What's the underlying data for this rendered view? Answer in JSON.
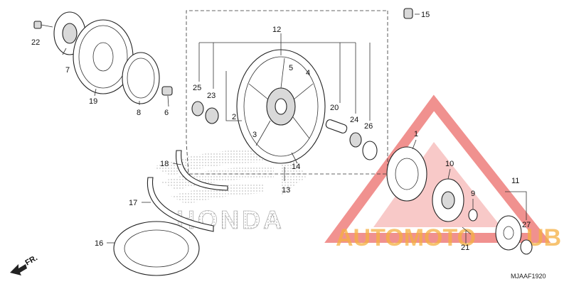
{
  "diagram_code": "MJAAF1920",
  "front_arrow_label": "FR.",
  "watermark": {
    "brand_text": "AUTOMOTO",
    "brand_suffix": "UB",
    "logo_text": "HONDA",
    "primary_color": "#e53935",
    "secondary_color": "#f5b041"
  },
  "callouts": [
    {
      "id": "c1",
      "text": "1"
    },
    {
      "id": "c2",
      "text": "2"
    },
    {
      "id": "c3",
      "text": "3"
    },
    {
      "id": "c4",
      "text": "4"
    },
    {
      "id": "c5",
      "text": "5"
    },
    {
      "id": "c6",
      "text": "6"
    },
    {
      "id": "c7",
      "text": "7"
    },
    {
      "id": "c8",
      "text": "8"
    },
    {
      "id": "c9",
      "text": "9"
    },
    {
      "id": "c10",
      "text": "10"
    },
    {
      "id": "c11",
      "text": "11"
    },
    {
      "id": "c12",
      "text": "12"
    },
    {
      "id": "c13",
      "text": "13"
    },
    {
      "id": "c14",
      "text": "14"
    },
    {
      "id": "c15",
      "text": "15"
    },
    {
      "id": "c16",
      "text": "16"
    },
    {
      "id": "c17",
      "text": "17"
    },
    {
      "id": "c18",
      "text": "18"
    },
    {
      "id": "c19",
      "text": "19"
    },
    {
      "id": "c20",
      "text": "20"
    },
    {
      "id": "c21",
      "text": "21"
    },
    {
      "id": "c22",
      "text": "22"
    },
    {
      "id": "c23",
      "text": "23"
    },
    {
      "id": "c24",
      "text": "24"
    },
    {
      "id": "c25",
      "text": "25"
    },
    {
      "id": "c26",
      "text": "26"
    },
    {
      "id": "c27",
      "text": "27"
    }
  ]
}
